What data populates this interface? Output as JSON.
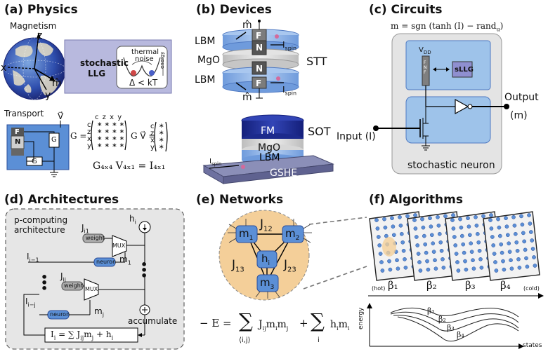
{
  "panels": {
    "a": {
      "title": "(a) Physics",
      "magnetism_label": "Magnetism",
      "axis_z": "z",
      "axis_x": "x",
      "axis_y": "y",
      "m_label": "m̂",
      "llg_title": "stochastic\nLLG",
      "llg_title_line1": "stochastic",
      "llg_title_line2": "LLG",
      "thermal_noise": "thermal\nnoise",
      "thermal_noise_line1": "thermal",
      "thermal_noise_line2": "noise",
      "energy_axis": "energy",
      "barrier": "Δ < kT",
      "transport_label": "Transport",
      "v_label": "V⃗",
      "f_label": "F",
      "n_label": "N",
      "g_block": "G",
      "matrix_eq_lhs": "G =",
      "matrix_cols": "c  z  x  y",
      "matrix_rows": [
        "c",
        "z",
        "x",
        "y"
      ],
      "gv_label": "G V⃗ =",
      "gv_rows": [
        "c",
        "z",
        "x",
        "y"
      ],
      "transport_eq": "G₄ₓ₄ V₄ₓ₁ = I₄ₓ₁"
    },
    "b": {
      "title": "(b) Devices",
      "m_top": "m̂",
      "lbm_top": "LBM",
      "mgo": "MgO",
      "lbm_bottom": "LBM",
      "m_bottom": "m̂",
      "f": "F",
      "n": "N",
      "ispin_top": "I",
      "ispin_bottom": "I",
      "spin_sub": "spin",
      "stt": "STT",
      "fm": "FM",
      "mgo_sot": "MgO",
      "lbm_sot": "LBM",
      "gshe": "GSHE",
      "ispin_sot": "I",
      "sot": "SOT"
    },
    "c": {
      "title": "(c) Circuits",
      "equation": "m = sgn (tanh (I) − rand",
      "equation_sub": "u",
      "equation_end": ")",
      "vdd": "V",
      "vdd_sub": "DD",
      "sllg": "sLLG",
      "output": "Output",
      "output_m": "(m)",
      "input": "Input (I)",
      "neuron_label": "stochastic neuron"
    },
    "d": {
      "title": "(d) Architectures",
      "arch_line1": "p-computing",
      "arch_line2": "architecture",
      "hi": "h",
      "ji1": "J",
      "weight1": "weight",
      "mux1": "MUX",
      "i_minus_1": "I",
      "neuron1": "neuron",
      "m1": "m",
      "dots_mid": "⋮",
      "jij": "J",
      "weight2": "weight",
      "mux2": "MUX",
      "i_minus_j": "I",
      "neuron2": "neuron",
      "mj": "m",
      "accumulate": "accumulate",
      "sum_eq": "I",
      "sum_eq_rest": "= ∑ J",
      "sum_eq_mj": "m",
      "sum_eq_h": "+ h"
    },
    "e": {
      "title": "(e) Networks",
      "m1": "m",
      "m2": "m",
      "m3": "m",
      "hi": "h",
      "j12": "J",
      "j13": "J",
      "j23": "J",
      "energy_eq_lhs": "− E =",
      "sum1_under": "⟨i,j⟩",
      "energy_term1": "J",
      "energy_plus": "+",
      "sum2_under": "i",
      "energy_term2": "h"
    },
    "f": {
      "title": "(f) Algorithms",
      "hot": "(hot)",
      "cold": "(cold)",
      "betas": [
        "β₁",
        "β₂",
        "β₃",
        "β₄"
      ],
      "energy_axis": "energy",
      "states_axis": "states",
      "curve_labels": [
        "β₁",
        "β₂",
        "β₃",
        "β₄"
      ]
    }
  },
  "colors": {
    "blue_light": "#9ec3ea",
    "blue_mid": "#5b8fd6",
    "blue_dark": "#1f2f9a",
    "lavender": "#b8b9de",
    "peach": "#f4cf99",
    "gray_panel": "#e4e4e4",
    "gray_block": "#8f8f8f"
  }
}
